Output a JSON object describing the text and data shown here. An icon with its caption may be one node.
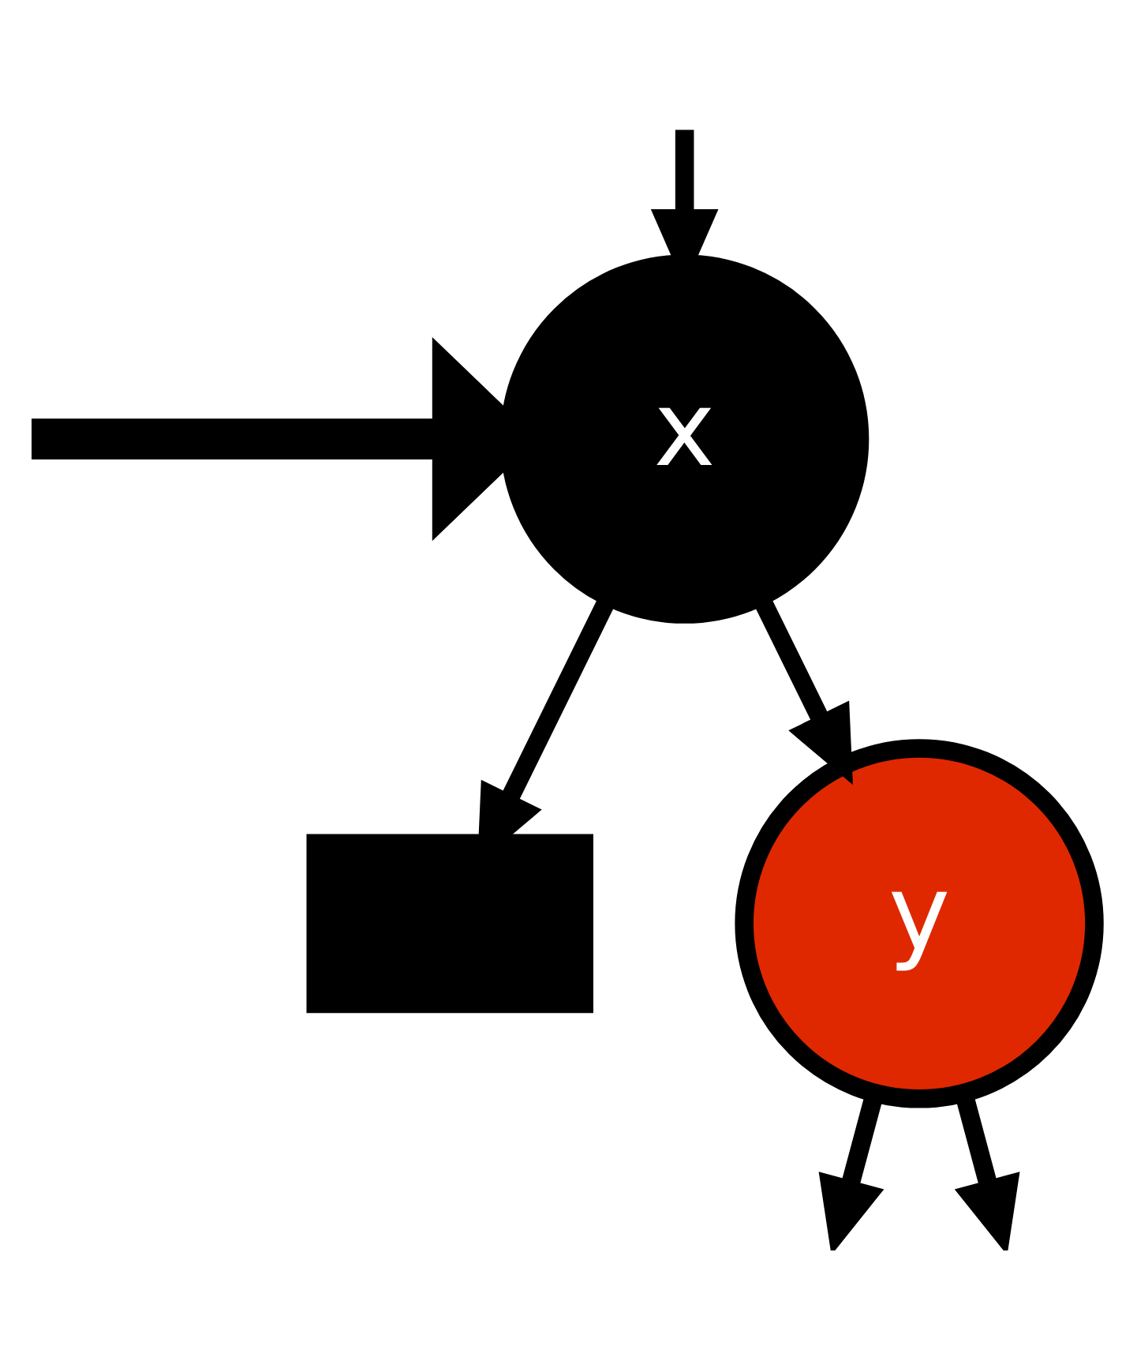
{
  "diagram": {
    "nodes": [
      {
        "text": [
          "x"
        ]
      },
      {
        "text": [],
        "shape": "box"
      },
      {
        "text": [
          "y"
        ]
      }
    ],
    "edges": [
      {
        "from": null,
        "to": 0,
        "arrow": "to",
        "style": "thick"
      },
      {
        "from": null,
        "to": 0,
        "arrow": "to"
      },
      {
        "from": 0,
        "to": 1,
        "arrow": "to"
      },
      {
        "from": 0,
        "to": 2,
        "arrow": "to"
      },
      {
        "from": 2,
        "to": null,
        "arrow": "to"
      },
      {
        "from": 2,
        "to": null,
        "arrow": "to"
      }
    ]
  }
}
